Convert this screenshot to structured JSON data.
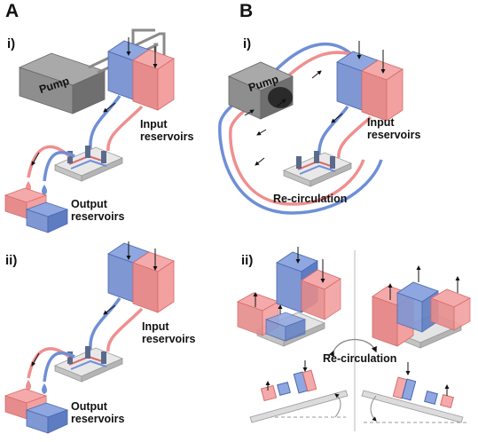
{
  "panels": {
    "a": "A",
    "b": "B"
  },
  "subpanels": {
    "a_i": "i)",
    "a_ii": "ii)",
    "b_i": "i)",
    "b_ii": "ii)"
  },
  "labels": {
    "pump_a": "Pump",
    "pump_b": "Pump",
    "input_reservoirs_a_i": "Input\nreservoirs",
    "output_reservoirs_a_i": "Output\nreservoirs",
    "input_reservoirs_a_ii": "Input\nreservoirs",
    "output_reservoirs_a_ii": "Output\nreservoirs",
    "input_reservoirs_b_i": "Input\nreservoirs",
    "recirculation_b_i": "Re-circulation",
    "recirculation_b_ii": "Re-circulation"
  },
  "colors": {
    "blue": "#6f8fd6",
    "blue_dark": "#4a68b0",
    "red": "#ef8f8f",
    "red_dark": "#d86a6a",
    "pump": "#7d7d7d",
    "chip": "#dcdcdc"
  }
}
